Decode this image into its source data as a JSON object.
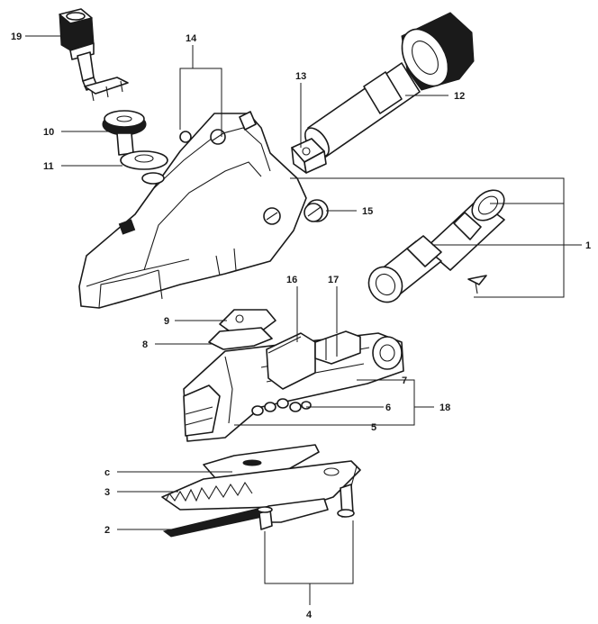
{
  "callouts": {
    "c1": "1",
    "c2": "2",
    "c3": "3",
    "c4": "4",
    "c5": "5",
    "c6": "6",
    "c7": "7",
    "c8": "8",
    "c9": "9",
    "c10": "10",
    "c11": "11",
    "c12": "12",
    "c13": "13",
    "c14": "14",
    "c15": "15",
    "c16": "16",
    "c17": "17",
    "c18": "18",
    "c19": "19",
    "cc": "c"
  }
}
